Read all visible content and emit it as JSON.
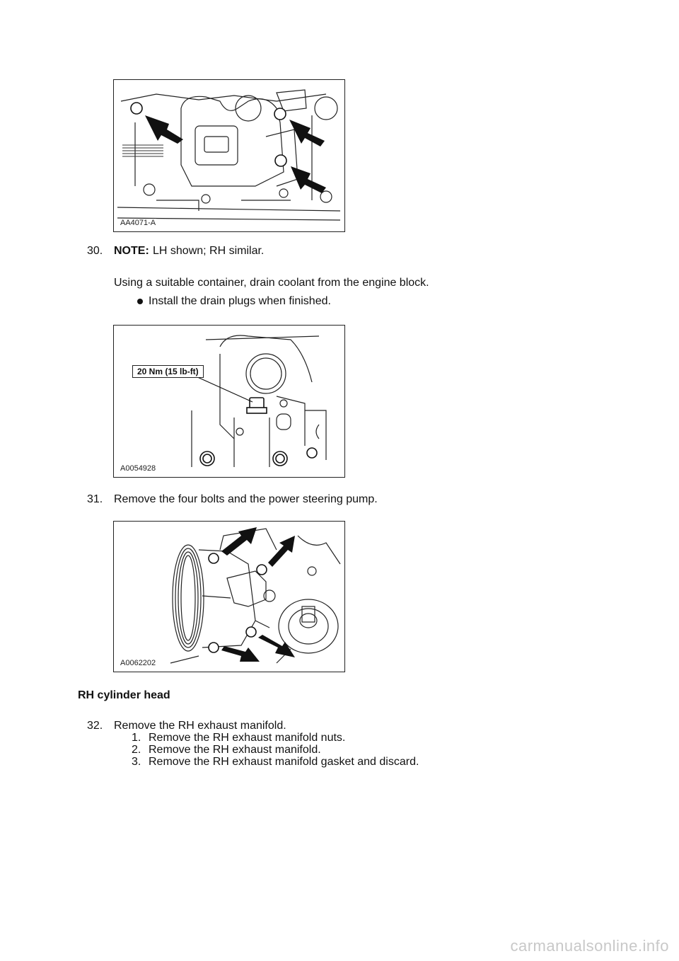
{
  "figures": [
    {
      "id": "AA4071-A"
    },
    {
      "id": "A0054928",
      "callout": "20 Nm (15 lb-ft)"
    },
    {
      "id": "A0062202"
    }
  ],
  "steps": {
    "s30": {
      "number": "30.",
      "note_label": "NOTE:",
      "note_text": "LH shown; RH similar.",
      "text": "Using a suitable container, drain coolant from the engine block.",
      "bullet": "Install the drain plugs when finished."
    },
    "s31": {
      "number": "31.",
      "text": "Remove the four bolts and the power steering pump."
    },
    "section_heading": "RH cylinder head",
    "s32": {
      "number": "32.",
      "text": "Remove the RH exhaust manifold.",
      "substeps": [
        {
          "num": "1.",
          "text": "Remove the RH exhaust manifold nuts."
        },
        {
          "num": "2.",
          "text": "Remove the RH exhaust manifold."
        },
        {
          "num": "3.",
          "text": "Remove the RH exhaust manifold gasket and discard."
        }
      ]
    }
  },
  "footer": "carmanualsonline.info"
}
